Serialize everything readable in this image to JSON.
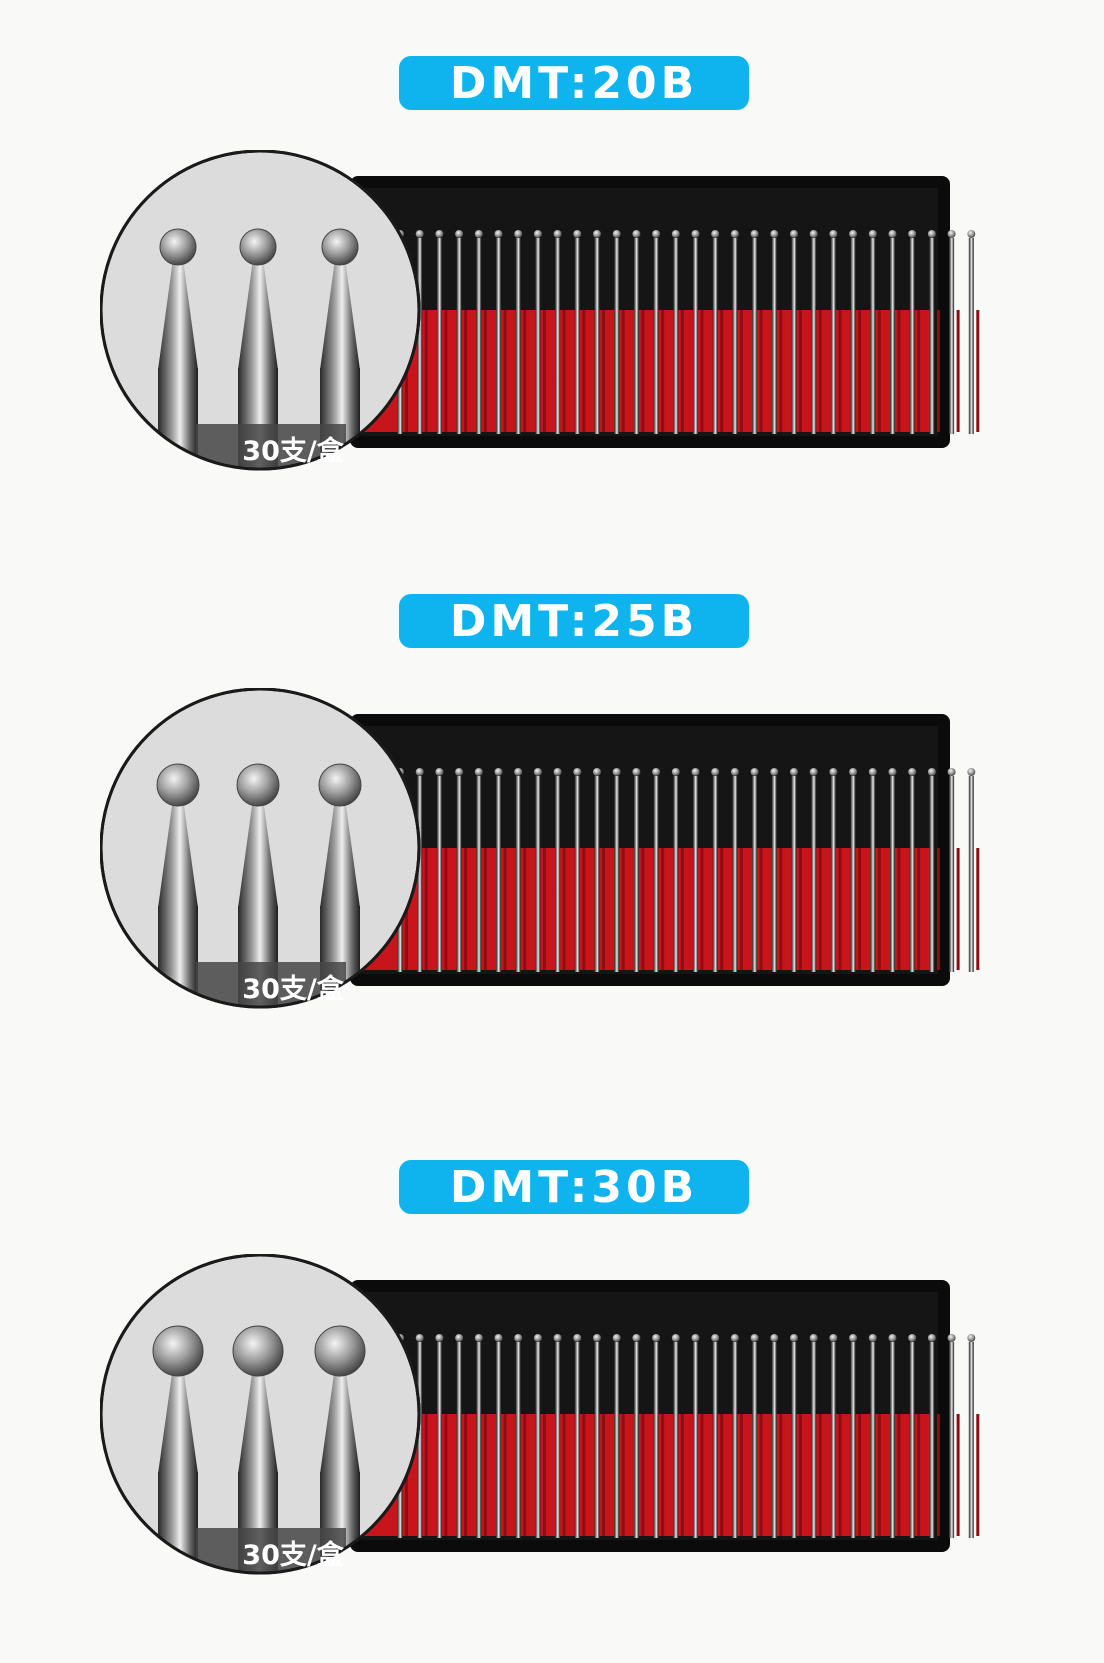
{
  "sections": [
    {
      "model": "DMT:20B",
      "count_label": "30支/盒",
      "head": "small"
    },
    {
      "model": "DMT:25B",
      "count_label": "30支/盒",
      "head": "medium"
    },
    {
      "model": "DMT:30B",
      "count_label": "30支/盒",
      "head": "large"
    }
  ],
  "colors": {
    "background": "#f9f9f7",
    "pill": "#0fb4ef",
    "tray": "#0b0b0b",
    "foam": "#c8151c",
    "zoom_circle": "#dcdcdc"
  }
}
